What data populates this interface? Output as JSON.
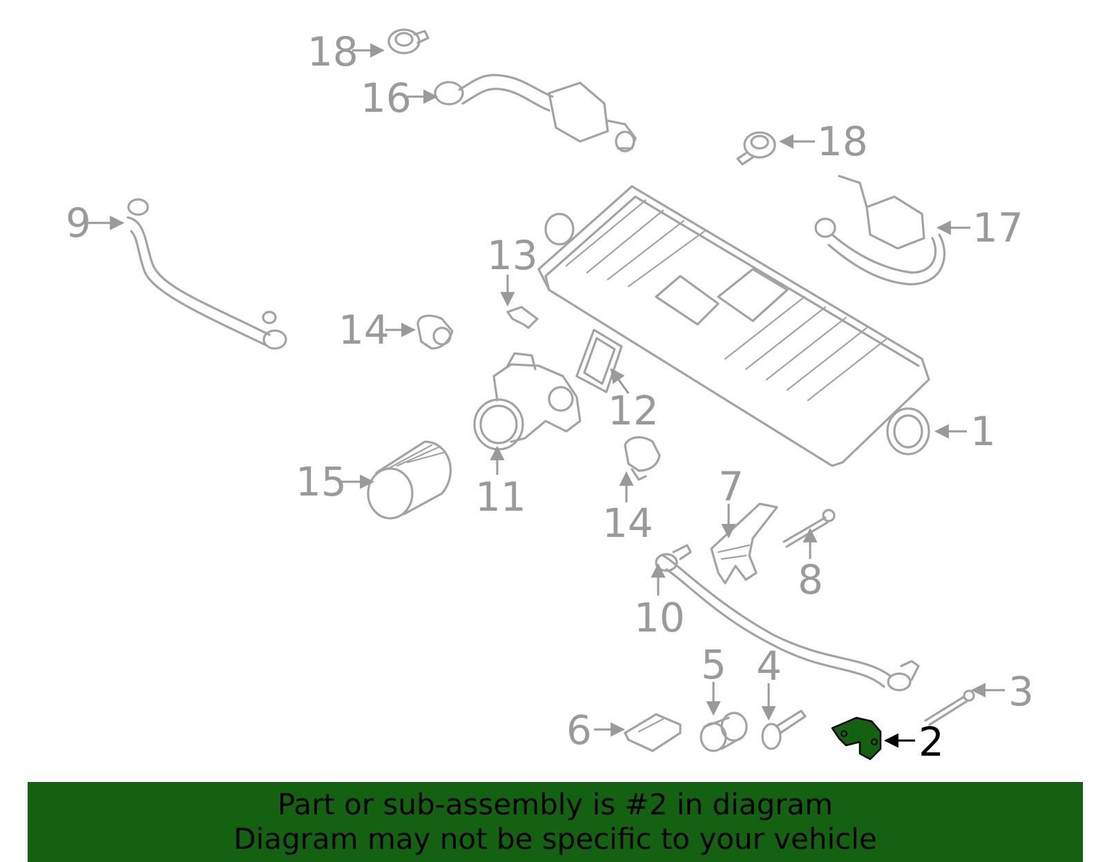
{
  "callouts": {
    "c1": "1",
    "c2": "2",
    "c3": "3",
    "c4": "4",
    "c5": "5",
    "c6": "6",
    "c7": "7",
    "c8": "8",
    "c9": "9",
    "c10": "10",
    "c11": "11",
    "c12": "12",
    "c13": "13",
    "c14a": "14",
    "c14b": "14",
    "c15": "15",
    "c16": "16",
    "c17": "17",
    "c18a": "18",
    "c18b": "18"
  },
  "highlight": {
    "part": "2",
    "color": "#136111"
  },
  "banner": {
    "line1": "Part or sub-assembly is #2 in diagram",
    "line2": "Diagram may not be specific to your vehicle",
    "background": "#136111"
  },
  "colors": {
    "line": "#a3a3a3",
    "label": "#9a9a9a"
  }
}
